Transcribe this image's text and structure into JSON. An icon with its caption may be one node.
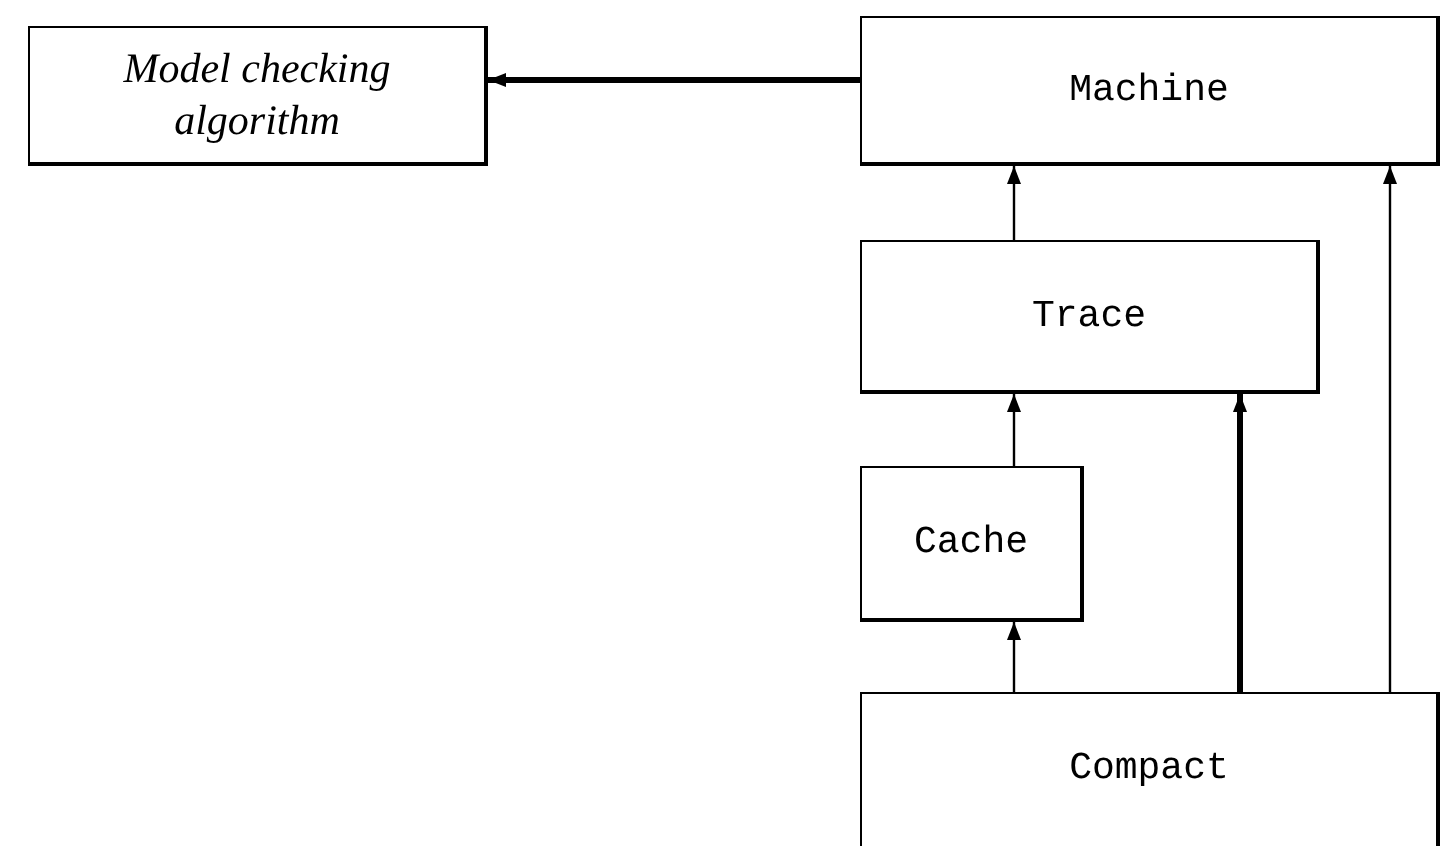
{
  "diagram": {
    "nodes": [
      {
        "text": [
          "Model checking algorithm"
        ]
      },
      {
        "text": [
          "Machine"
        ]
      },
      {
        "text": [
          "Trace"
        ]
      },
      {
        "text": [
          "Cache"
        ]
      },
      {
        "text": [
          "Compact"
        ]
      }
    ],
    "edges": [
      {
        "from": 1,
        "to": 0,
        "arrow": "to",
        "style": "thick"
      },
      {
        "from": 2,
        "to": 1,
        "arrow": "to"
      },
      {
        "from": 3,
        "to": 2,
        "arrow": "to"
      },
      {
        "from": 4,
        "to": 3,
        "arrow": "to"
      },
      {
        "from": 4,
        "to": 2,
        "arrow": "to",
        "style": "thick"
      },
      {
        "from": 4,
        "to": 1,
        "arrow": "to"
      }
    ]
  }
}
